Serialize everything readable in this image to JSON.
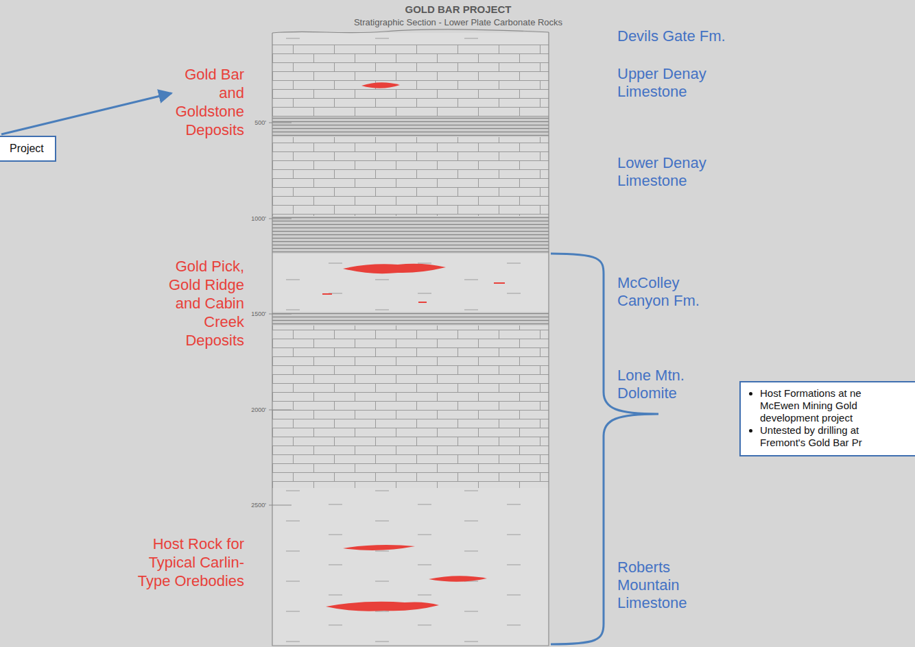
{
  "diagram": {
    "title": "GOLD BAR PROJECT",
    "nodes": [
      {
        "text": [
          "Project"
        ]
      },
      {
        "text": [
          "Host Formations at ne McEwen Mining Gold development project",
          "Untested by drilling at Fremont's Gold Bar Pr"
        ]
      }
    ],
    "labels": [
      "Stratigraphic Section - Lower Plate Carbonate Rocks",
      "Devils Gate Fm.",
      "Upper Denay Limestone",
      "Gold Bar and Goldstone Deposits",
      "500'",
      "Lower Denay Limestone",
      "1000'",
      "Gold Pick, Gold Ridge and Cabin Creek Deposits",
      "McColley Canyon Fm.",
      "1500'",
      "Lone Mtn. Dolomite",
      "2000'",
      "2500'",
      "Host Rock for Typical Carlin-Type Orebodies",
      "Roberts Mountain Limestone"
    ]
  }
}
